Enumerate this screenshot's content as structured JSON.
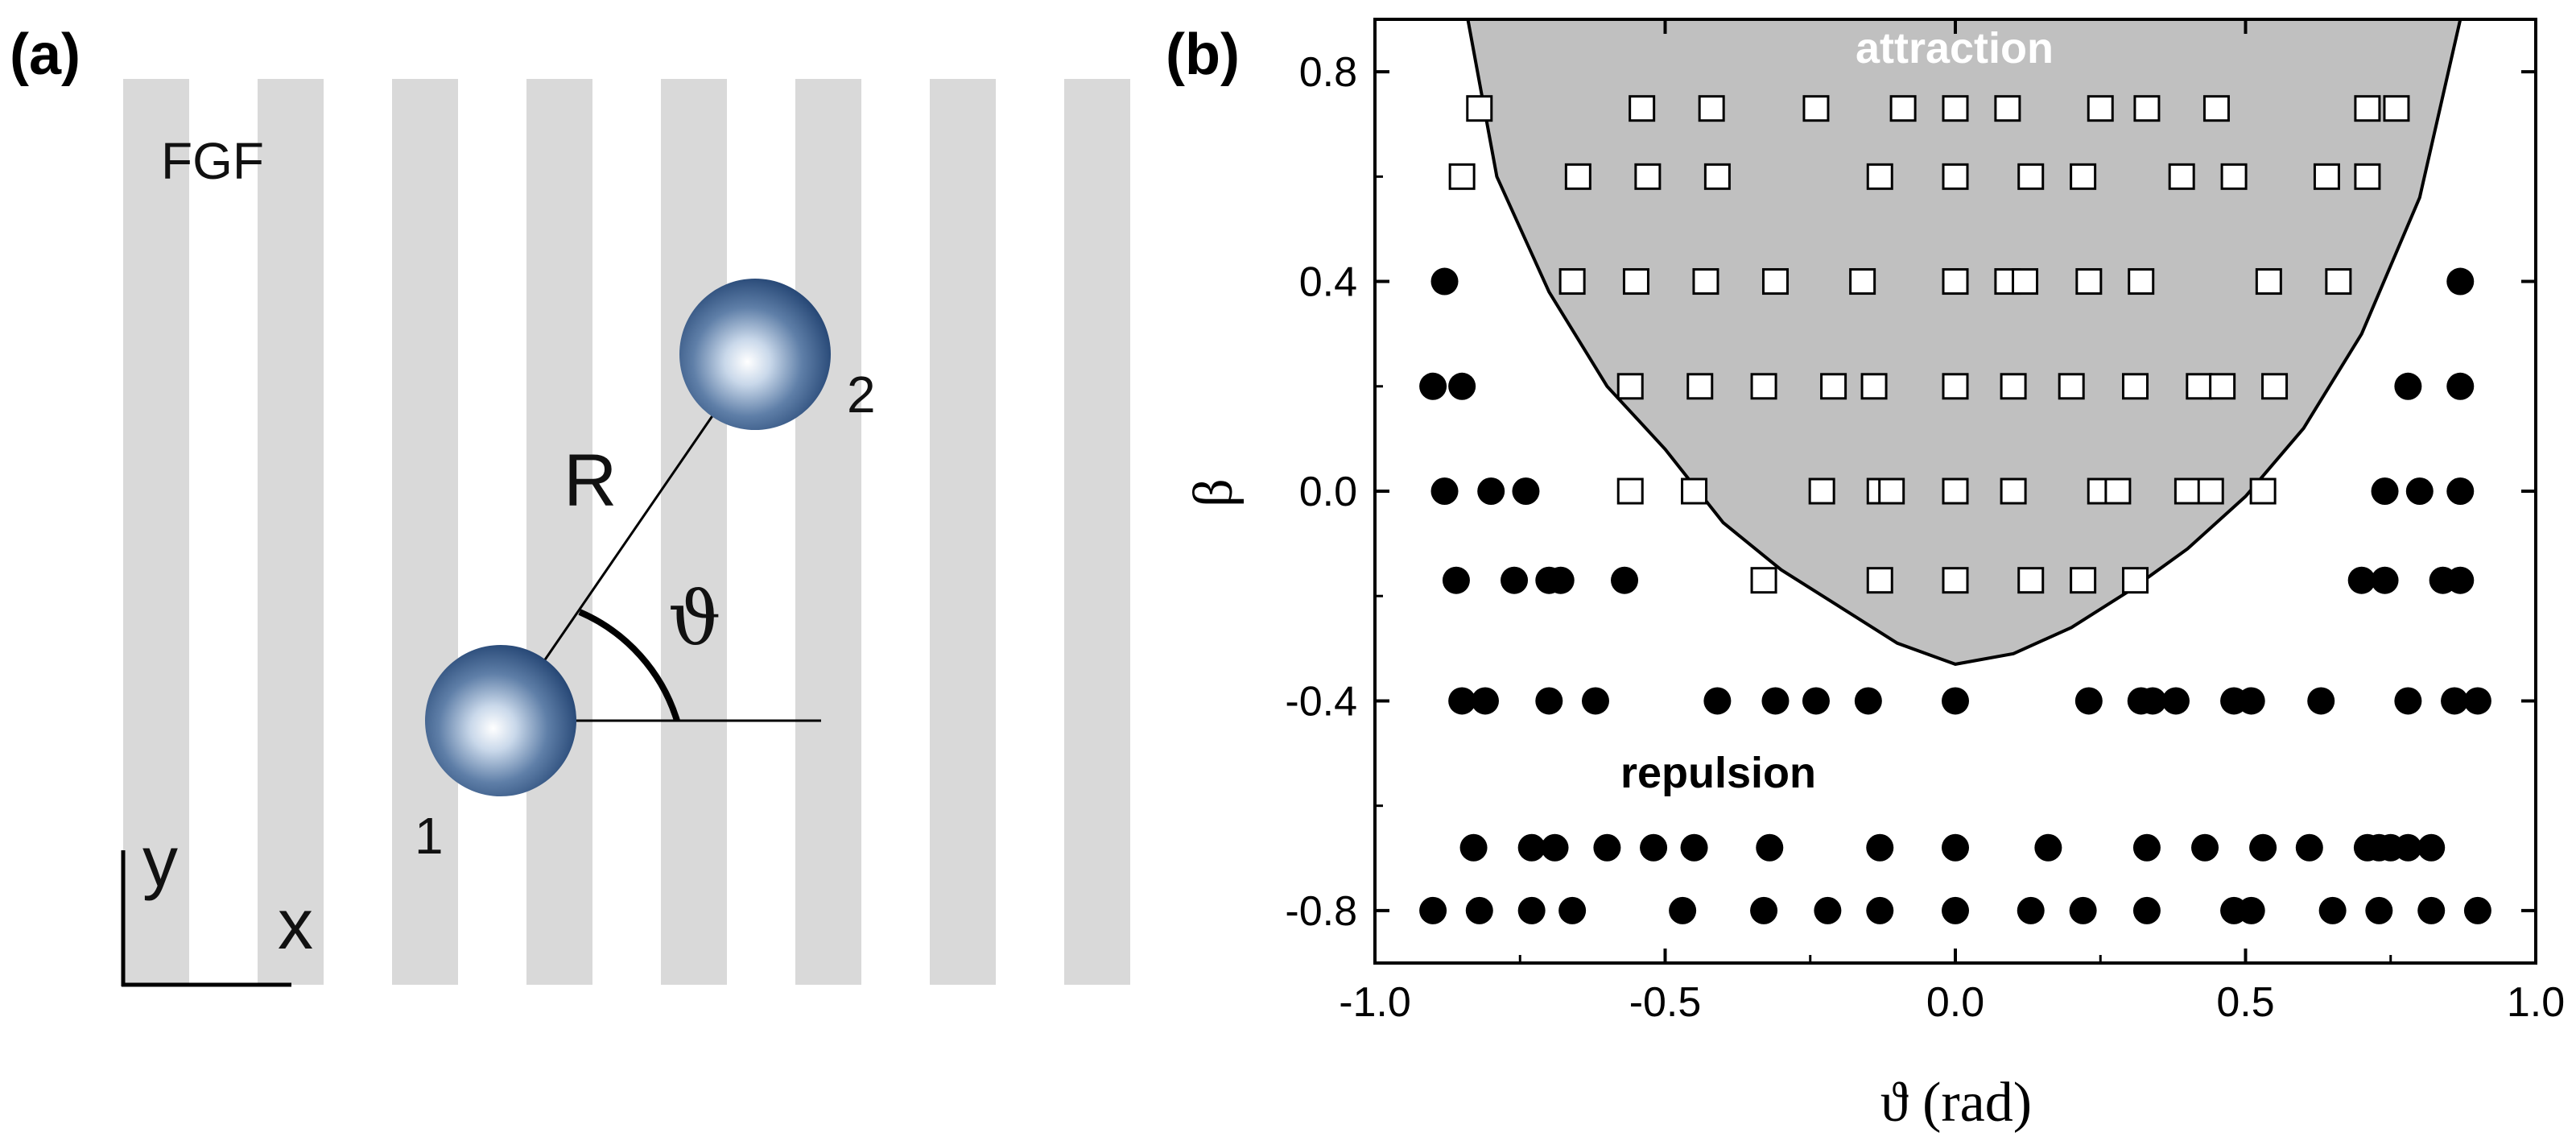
{
  "colors": {
    "stripe": "#d9d9d9",
    "region_fill": "#c0c0c0",
    "particle_edge": "#1e3f6e",
    "particle_center": "#ffffff",
    "attraction_label": "#ffffff",
    "repulsion_label": "#000000"
  },
  "panel_a": {
    "label": "(a)",
    "field_label": "FGF",
    "distance_label": "R",
    "angle_label": "ϑ",
    "particle1_label": "1",
    "particle2_label": "2",
    "axis_y_label": "y",
    "axis_x_label": "x"
  },
  "panel_b": {
    "label": "(b)"
  },
  "chart_data": {
    "type": "scatter",
    "xlabel": "ϑ (rad)",
    "ylabel": "β",
    "xlim": [
      -1.0,
      1.0
    ],
    "ylim": [
      -0.9,
      0.9
    ],
    "xticks": [
      -1.0,
      -0.5,
      0.0,
      0.5,
      1.0
    ],
    "xtick_labels": [
      "-1.0",
      "-0.5",
      "0.0",
      "0.5",
      "1.0"
    ],
    "yticks": [
      -0.8,
      -0.4,
      0.0,
      0.4,
      0.8
    ],
    "ytick_labels": [
      "-0.8",
      "-0.4",
      "0.0",
      "0.4",
      "0.8"
    ],
    "regions": [
      {
        "name": "attraction",
        "boundary": [
          [
            -0.84,
            0.9
          ],
          [
            -0.79,
            0.6
          ],
          [
            -0.7,
            0.38
          ],
          [
            -0.6,
            0.2
          ],
          [
            -0.5,
            0.08
          ],
          [
            -0.4,
            -0.06
          ],
          [
            -0.3,
            -0.15
          ],
          [
            -0.2,
            -0.22
          ],
          [
            -0.1,
            -0.29
          ],
          [
            0.0,
            -0.33
          ],
          [
            0.1,
            -0.31
          ],
          [
            0.2,
            -0.26
          ],
          [
            0.3,
            -0.19
          ],
          [
            0.4,
            -0.11
          ],
          [
            0.5,
            -0.01
          ],
          [
            0.6,
            0.12
          ],
          [
            0.7,
            0.3
          ],
          [
            0.8,
            0.56
          ],
          [
            0.87,
            0.9
          ]
        ]
      },
      {
        "name": "repulsion"
      }
    ],
    "series": [
      {
        "marker": "open-square",
        "points": [
          [
            -0.82,
            0.73
          ],
          [
            -0.54,
            0.73
          ],
          [
            -0.42,
            0.73
          ],
          [
            -0.24,
            0.73
          ],
          [
            -0.09,
            0.73
          ],
          [
            0.0,
            0.73
          ],
          [
            0.09,
            0.73
          ],
          [
            0.25,
            0.73
          ],
          [
            0.33,
            0.73
          ],
          [
            0.45,
            0.73
          ],
          [
            0.71,
            0.73
          ],
          [
            0.76,
            0.73
          ],
          [
            -0.85,
            0.6
          ],
          [
            -0.65,
            0.6
          ],
          [
            -0.53,
            0.6
          ],
          [
            -0.41,
            0.6
          ],
          [
            -0.13,
            0.6
          ],
          [
            0.0,
            0.6
          ],
          [
            0.13,
            0.6
          ],
          [
            0.22,
            0.6
          ],
          [
            0.39,
            0.6
          ],
          [
            0.48,
            0.6
          ],
          [
            0.64,
            0.6
          ],
          [
            0.71,
            0.6
          ],
          [
            -0.66,
            0.4
          ],
          [
            -0.55,
            0.4
          ],
          [
            -0.43,
            0.4
          ],
          [
            -0.31,
            0.4
          ],
          [
            -0.16,
            0.4
          ],
          [
            0.0,
            0.4
          ],
          [
            0.09,
            0.4
          ],
          [
            0.12,
            0.4
          ],
          [
            0.23,
            0.4
          ],
          [
            0.32,
            0.4
          ],
          [
            0.54,
            0.4
          ],
          [
            0.66,
            0.4
          ],
          [
            -0.56,
            0.2
          ],
          [
            -0.44,
            0.2
          ],
          [
            -0.33,
            0.2
          ],
          [
            -0.21,
            0.2
          ],
          [
            -0.14,
            0.2
          ],
          [
            0.0,
            0.2
          ],
          [
            0.1,
            0.2
          ],
          [
            0.2,
            0.2
          ],
          [
            0.31,
            0.2
          ],
          [
            0.42,
            0.2
          ],
          [
            0.46,
            0.2
          ],
          [
            0.55,
            0.2
          ],
          [
            -0.56,
            0.0
          ],
          [
            -0.45,
            0.0
          ],
          [
            -0.23,
            0.0
          ],
          [
            -0.13,
            0.0
          ],
          [
            -0.11,
            0.0
          ],
          [
            0.0,
            0.0
          ],
          [
            0.1,
            0.0
          ],
          [
            0.25,
            0.0
          ],
          [
            0.28,
            0.0
          ],
          [
            0.4,
            0.0
          ],
          [
            0.44,
            0.0
          ],
          [
            0.53,
            0.0
          ],
          [
            -0.33,
            -0.17
          ],
          [
            -0.13,
            -0.17
          ],
          [
            0.0,
            -0.17
          ],
          [
            0.13,
            -0.17
          ],
          [
            0.22,
            -0.17
          ],
          [
            0.31,
            -0.17
          ]
        ]
      },
      {
        "marker": "filled-circle",
        "points": [
          [
            -0.88,
            0.4
          ],
          [
            0.87,
            0.4
          ],
          [
            -0.9,
            0.2
          ],
          [
            -0.85,
            0.2
          ],
          [
            0.78,
            0.2
          ],
          [
            0.87,
            0.2
          ],
          [
            -0.88,
            0.0
          ],
          [
            -0.8,
            0.0
          ],
          [
            -0.74,
            0.0
          ],
          [
            0.74,
            0.0
          ],
          [
            0.8,
            0.0
          ],
          [
            0.87,
            0.0
          ],
          [
            -0.86,
            -0.17
          ],
          [
            -0.76,
            -0.17
          ],
          [
            -0.7,
            -0.17
          ],
          [
            -0.68,
            -0.17
          ],
          [
            -0.57,
            -0.17
          ],
          [
            0.7,
            -0.17
          ],
          [
            0.74,
            -0.17
          ],
          [
            0.84,
            -0.17
          ],
          [
            0.87,
            -0.17
          ],
          [
            -0.85,
            -0.4
          ],
          [
            -0.81,
            -0.4
          ],
          [
            -0.7,
            -0.4
          ],
          [
            -0.62,
            -0.4
          ],
          [
            -0.41,
            -0.4
          ],
          [
            -0.31,
            -0.4
          ],
          [
            -0.24,
            -0.4
          ],
          [
            -0.15,
            -0.4
          ],
          [
            0.0,
            -0.4
          ],
          [
            0.23,
            -0.4
          ],
          [
            0.32,
            -0.4
          ],
          [
            0.34,
            -0.4
          ],
          [
            0.38,
            -0.4
          ],
          [
            0.48,
            -0.4
          ],
          [
            0.51,
            -0.4
          ],
          [
            0.63,
            -0.4
          ],
          [
            0.78,
            -0.4
          ],
          [
            0.86,
            -0.4
          ],
          [
            0.9,
            -0.4
          ],
          [
            -0.83,
            -0.68
          ],
          [
            -0.73,
            -0.68
          ],
          [
            -0.69,
            -0.68
          ],
          [
            -0.6,
            -0.68
          ],
          [
            -0.52,
            -0.68
          ],
          [
            -0.45,
            -0.68
          ],
          [
            -0.32,
            -0.68
          ],
          [
            -0.13,
            -0.68
          ],
          [
            0.0,
            -0.68
          ],
          [
            0.16,
            -0.68
          ],
          [
            0.33,
            -0.68
          ],
          [
            0.43,
            -0.68
          ],
          [
            0.53,
            -0.68
          ],
          [
            0.61,
            -0.68
          ],
          [
            0.71,
            -0.68
          ],
          [
            0.73,
            -0.68
          ],
          [
            0.75,
            -0.68
          ],
          [
            0.78,
            -0.68
          ],
          [
            0.82,
            -0.68
          ],
          [
            -0.9,
            -0.8
          ],
          [
            -0.82,
            -0.8
          ],
          [
            -0.73,
            -0.8
          ],
          [
            -0.66,
            -0.8
          ],
          [
            -0.47,
            -0.8
          ],
          [
            -0.33,
            -0.8
          ],
          [
            -0.22,
            -0.8
          ],
          [
            -0.13,
            -0.8
          ],
          [
            0.0,
            -0.8
          ],
          [
            0.13,
            -0.8
          ],
          [
            0.22,
            -0.8
          ],
          [
            0.33,
            -0.8
          ],
          [
            0.48,
            -0.8
          ],
          [
            0.51,
            -0.8
          ],
          [
            0.65,
            -0.8
          ],
          [
            0.73,
            -0.8
          ],
          [
            0.82,
            -0.8
          ],
          [
            0.9,
            -0.8
          ]
        ]
      }
    ]
  }
}
